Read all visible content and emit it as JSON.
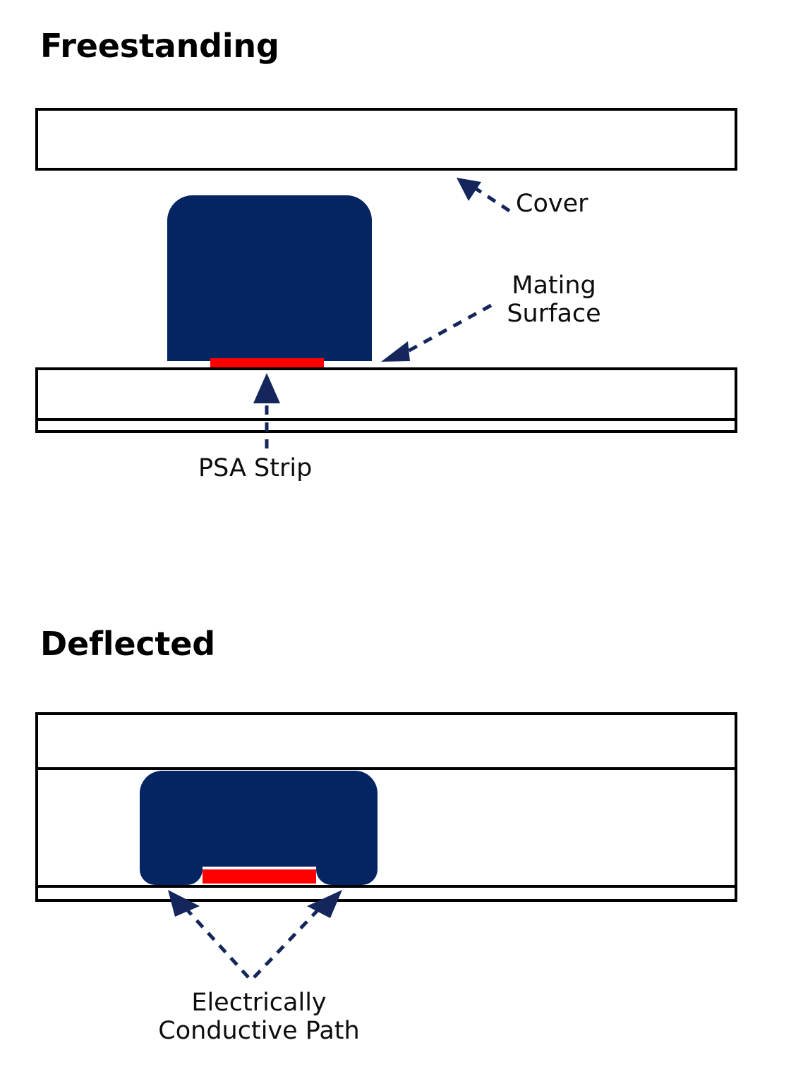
{
  "document": {
    "kind": "technical-cross-section-diagram",
    "subject": "EMI gasket compression states"
  },
  "sections": [
    {
      "id": "freestanding",
      "title": "Freestanding",
      "parts": {
        "cover_bar": "cover",
        "gasket_body": "gasket",
        "psa_strip": "psa-strip",
        "substrate_thick": "substrate",
        "substrate_thin": "base-layer"
      },
      "annotations": [
        {
          "id": "cover",
          "text": "Cover",
          "lines": [
            "Cover"
          ]
        },
        {
          "id": "mating",
          "text": "Mating Surface",
          "lines": [
            "Mating",
            "Surface"
          ]
        },
        {
          "id": "psa",
          "text": "PSA Strip",
          "lines": [
            "PSA Strip"
          ]
        }
      ]
    },
    {
      "id": "deflected",
      "title": "Deflected",
      "parts": {
        "cover_bar": "cover",
        "gasket_body": "gasket-compressed",
        "psa_strip": "psa-strip",
        "substrate_thin": "base-layer"
      },
      "annotations": [
        {
          "id": "conductive",
          "text": "Electrically Conductive Path",
          "lines": [
            "Electrically",
            "Conductive Path"
          ]
        }
      ]
    }
  ],
  "labels": {
    "cover": "Cover",
    "mating_line1": "Mating",
    "mating_line2": "Surface",
    "psa_strip": "PSA Strip",
    "conductive_line1": "Electrically",
    "conductive_line2": "Conductive Path"
  },
  "colors": {
    "gasket_navy": "#042462",
    "psa_red": "#ff0000",
    "leader_navy": "#14265c",
    "outline_black": "#000000",
    "background": "#ffffff"
  }
}
